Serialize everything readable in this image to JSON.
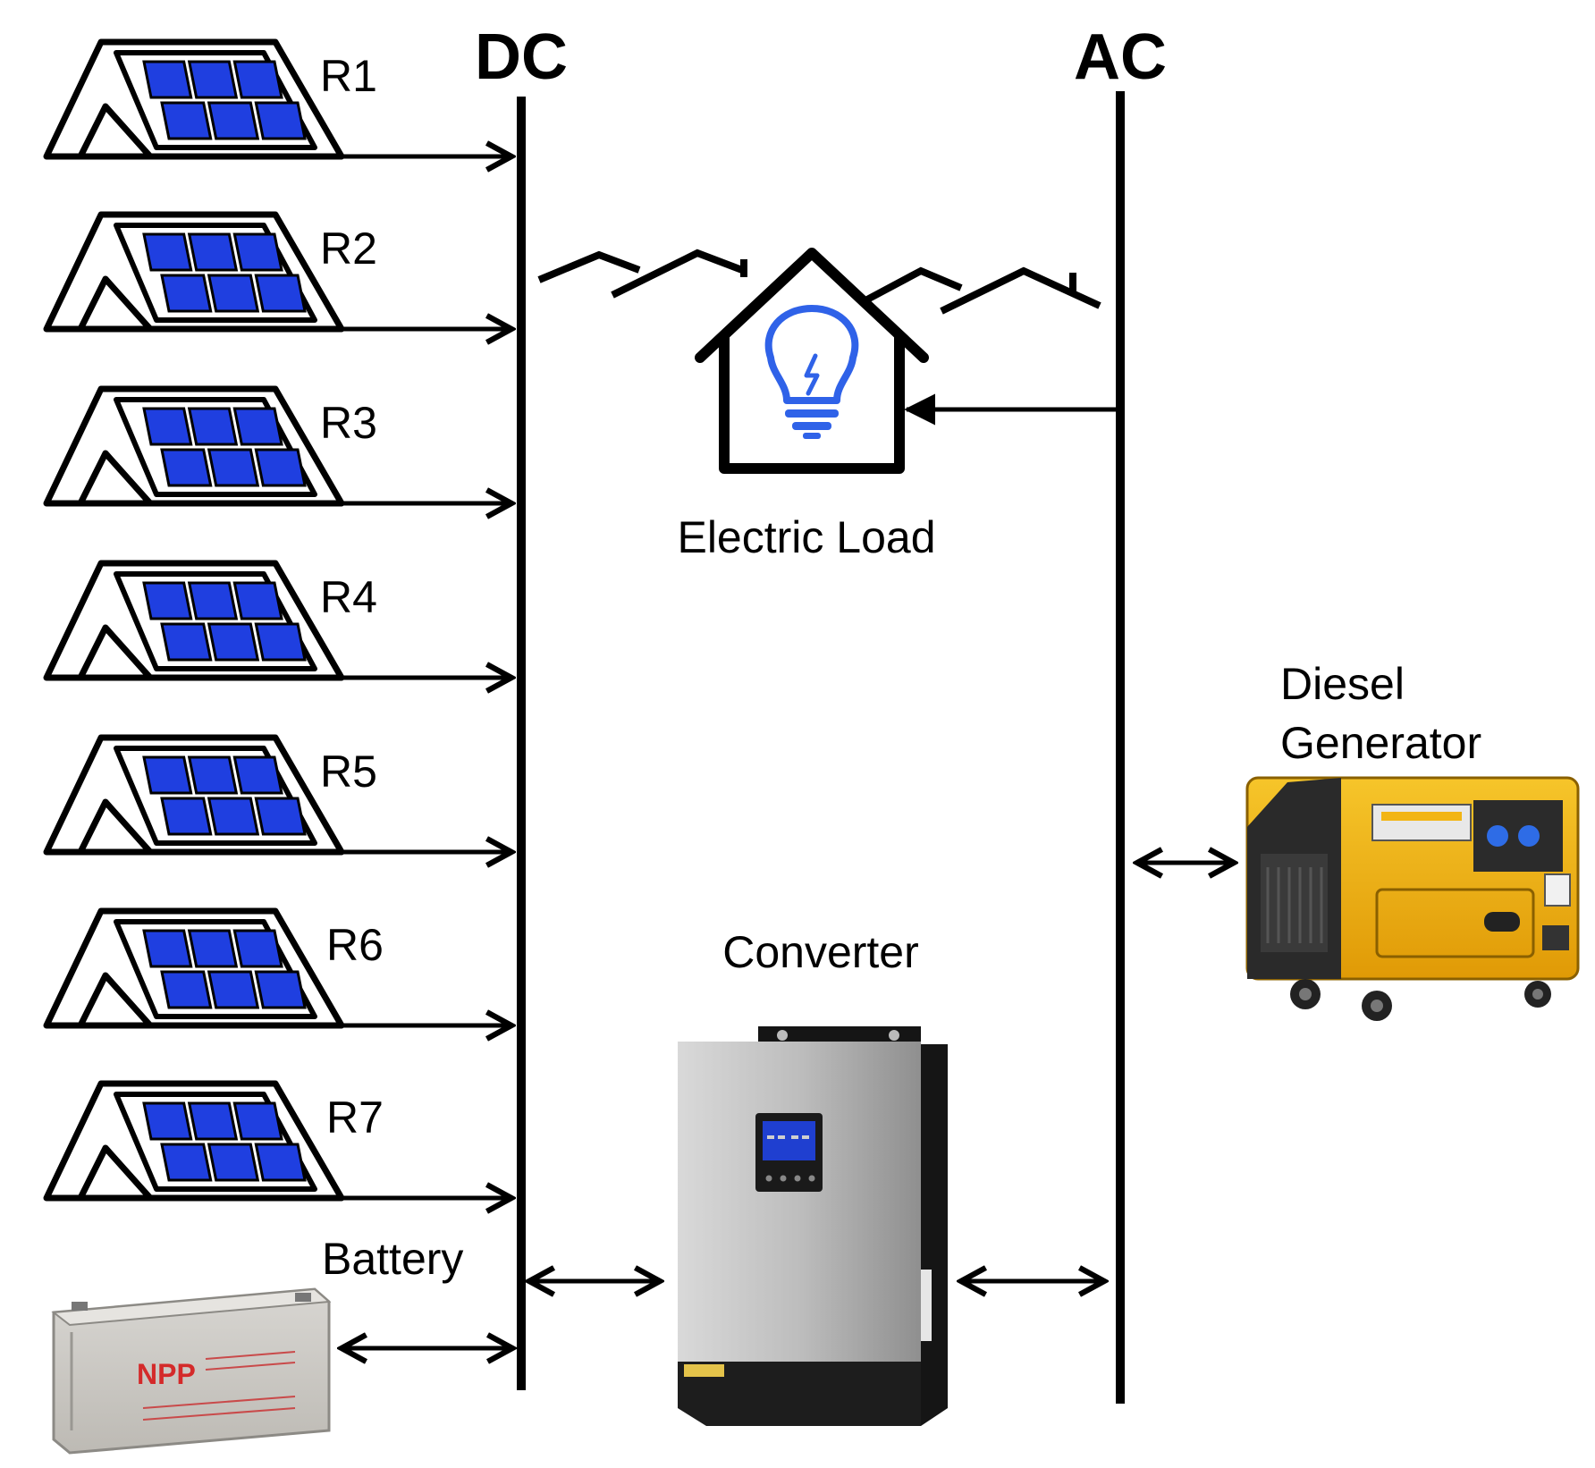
{
  "buses": {
    "dc_label": "DC",
    "ac_label": "AC"
  },
  "panels": [
    {
      "label": "R1"
    },
    {
      "label": "R2"
    },
    {
      "label": "R3"
    },
    {
      "label": "R4"
    },
    {
      "label": "R5"
    },
    {
      "label": "R6"
    },
    {
      "label": "R7"
    }
  ],
  "components": {
    "load_label": "Electric Load",
    "generator_label_line1": "Diesel",
    "generator_label_line2": "Generator",
    "converter_label": "Converter",
    "battery_label": "Battery",
    "battery_brand": "NPP"
  },
  "colors": {
    "panel_cell": "#1f3fe0",
    "bulb": "#2f62e8",
    "generator_body": "#f2b515",
    "line": "#000000"
  }
}
